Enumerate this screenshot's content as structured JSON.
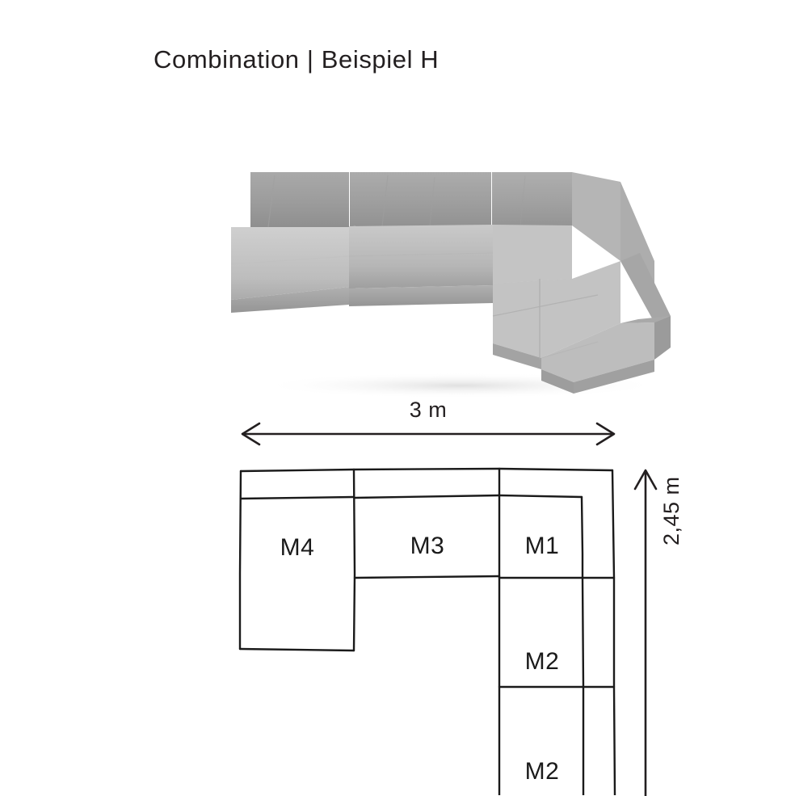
{
  "page": {
    "background_color": "#ffffff",
    "text_color": "#231f20"
  },
  "header": {
    "title": "Combination | Beispiel H"
  },
  "product_photo": {
    "alt_name": "modular-corner-sofa-grey",
    "colors": {
      "cushion_light": "#c6c6c6",
      "cushion_mid": "#b3b3b3",
      "cushion_dark": "#9a9a9a",
      "backrest_dark": "#8f8f8f",
      "shadow": "#e6e6e6"
    }
  },
  "dimensions": {
    "width": {
      "label": "3 m",
      "orientation": "horizontal",
      "arrow": "double-headed"
    },
    "depth": {
      "label": "2,45 m",
      "orientation": "vertical",
      "arrow": "single-headed-up"
    }
  },
  "floorplan": {
    "stroke_color": "#1a1a1a",
    "modules": [
      {
        "id": "m4",
        "label": "M4",
        "role": "chaise-left"
      },
      {
        "id": "m3",
        "label": "M3",
        "role": "seat-center"
      },
      {
        "id": "m1",
        "label": "M1",
        "role": "corner"
      },
      {
        "id": "m2-upper",
        "label": "M2",
        "role": "seat-right-upper"
      },
      {
        "id": "m2-lower",
        "label": "M2",
        "role": "seat-right-lower"
      }
    ]
  }
}
